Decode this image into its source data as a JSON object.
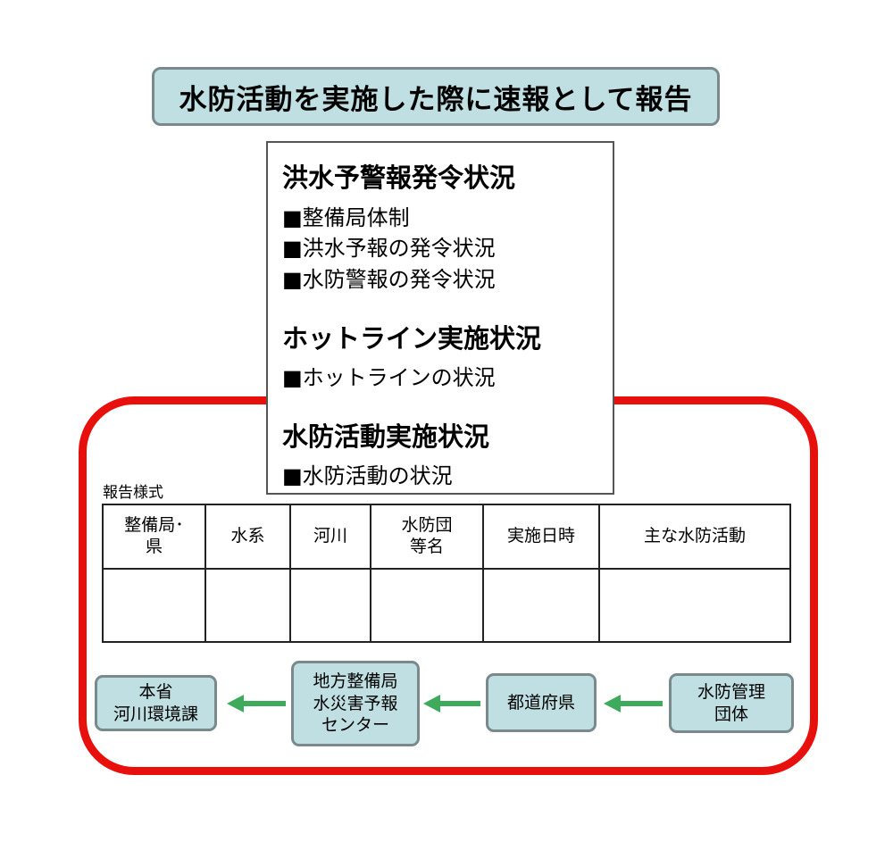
{
  "title": "水防活動を実施した際に速報として報告",
  "info_sections": [
    {
      "heading": "洪水予警報発令状況",
      "items": [
        "■整備局体制",
        "■洪水予報の発令状況",
        "■水防警報の発令状況"
      ]
    },
    {
      "heading": "ホットライン実施状況",
      "items": [
        "■ホットラインの状況"
      ]
    },
    {
      "heading": "水防活動実施状況",
      "items": [
        "■水防活動の状況"
      ]
    }
  ],
  "report_form": {
    "label": "報告様式",
    "columns": [
      [
        "整備局･",
        "県"
      ],
      [
        "水系"
      ],
      [
        "河川"
      ],
      [
        "水防団",
        "等名"
      ],
      [
        "実施日時"
      ],
      [
        "主な水防活動"
      ]
    ]
  },
  "flow": [
    {
      "lines": [
        "本省",
        "河川環境課"
      ]
    },
    {
      "lines": [
        "地方整備局",
        "水災害予報",
        "センター"
      ]
    },
    {
      "lines": [
        "都道府県"
      ]
    },
    {
      "lines": [
        "水防管理",
        "団体"
      ]
    }
  ],
  "colors": {
    "box_fill": "#bfdfe2",
    "box_border": "#7a8a8c",
    "frame_red": "#e8100c",
    "arrow_green": "#3daa5c"
  }
}
